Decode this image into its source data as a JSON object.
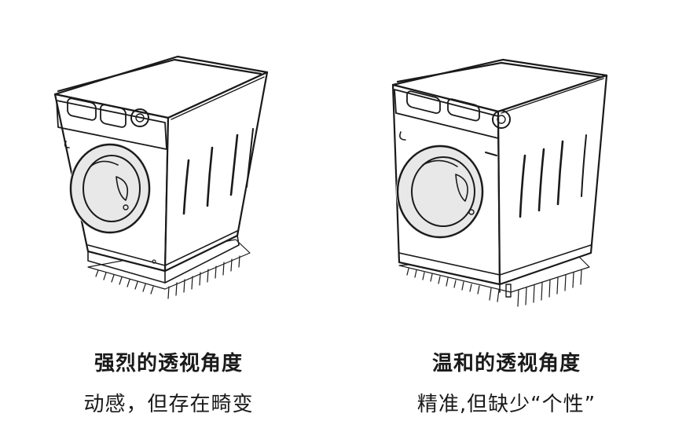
{
  "colors": {
    "ink": "#1a1a1a",
    "shadow_gray": "#b8b8b8",
    "paper": "#ffffff"
  },
  "illustrations": [
    {
      "name": "washing-machine-strong-perspective",
      "title": "强烈的透视角度",
      "subtitle": "动感，但存在畸变"
    },
    {
      "name": "washing-machine-mild-perspective",
      "title": "温和的透视角度",
      "subtitle": "精准,但缺少“个性”"
    }
  ]
}
